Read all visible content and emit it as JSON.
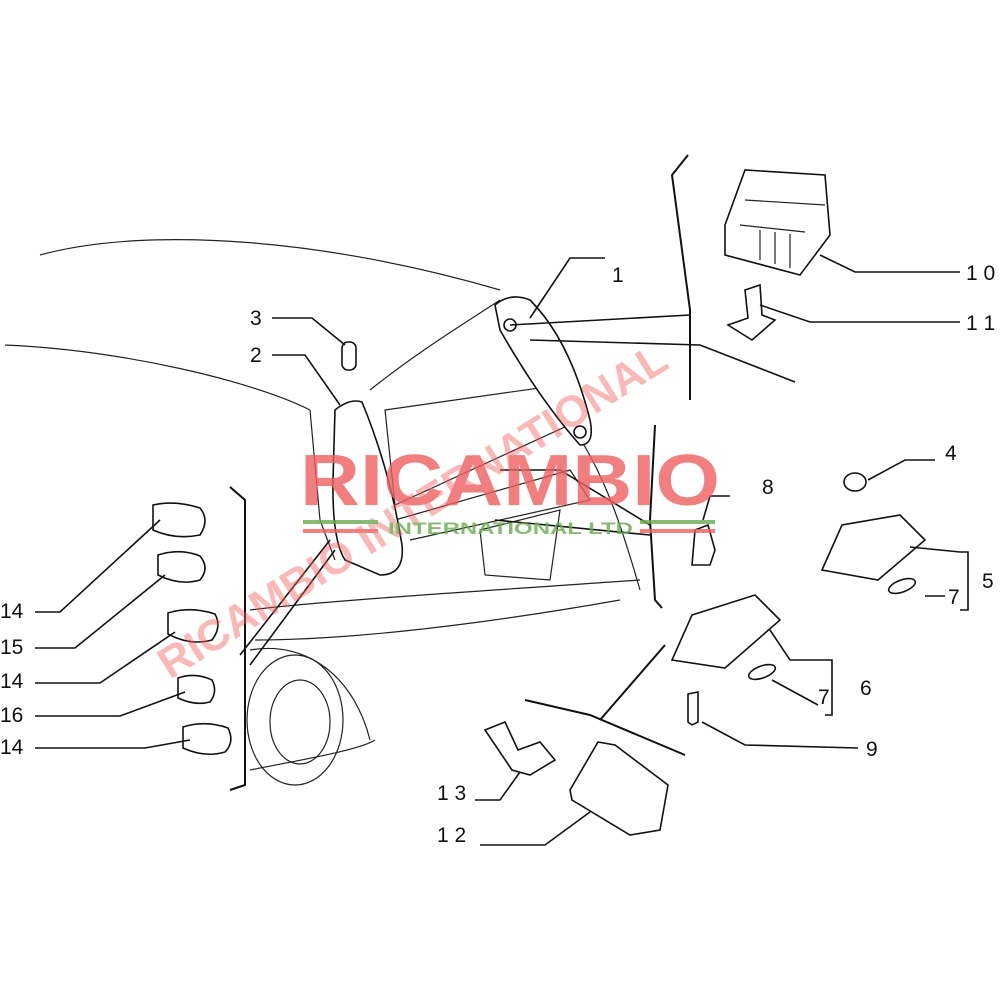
{
  "callouts": {
    "c1": "1",
    "c2": "2",
    "c3": "3",
    "c4": "4",
    "c5": "5",
    "c6": "6",
    "c7a": "7",
    "c7b": "7",
    "c8": "8",
    "c9": "9",
    "c10": "1 0",
    "c11": "1 1",
    "c12": "1 2",
    "c13": "1 3",
    "c14a": "14",
    "c15": "15",
    "c14b": "14",
    "c16": "16",
    "c14c": "14"
  },
  "watermark": {
    "main": "RICAMBIO",
    "sub": "INTERNATIONAL LTD",
    "diagonal": "RICAMBIO INTERNATIONAL",
    "colors": {
      "red": "#f06060",
      "green": "#6aaa50"
    }
  }
}
